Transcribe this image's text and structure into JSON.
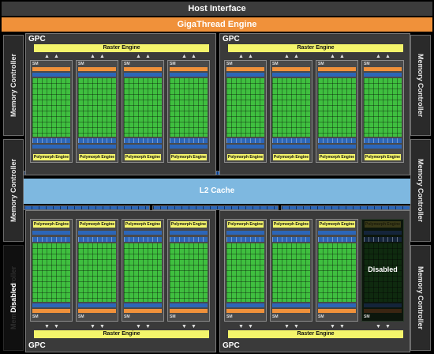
{
  "host_interface": "Host Interface",
  "gigathread_engine": "GigaThread Engine",
  "memory_controller": "Memory Controller",
  "l2_cache": "L2 Cache",
  "gpc": "GPC",
  "raster_engine": "Raster Engine",
  "polymorph_engine": "Polymorph Engine",
  "sm": "SM",
  "disabled_label": "Disabled",
  "colors": {
    "gigathread": "#f0913a",
    "raster": "#f4f56b",
    "cores": "#3fbf3f",
    "l2": "#7eb8e0",
    "blue_units": "#2c66b8"
  }
}
